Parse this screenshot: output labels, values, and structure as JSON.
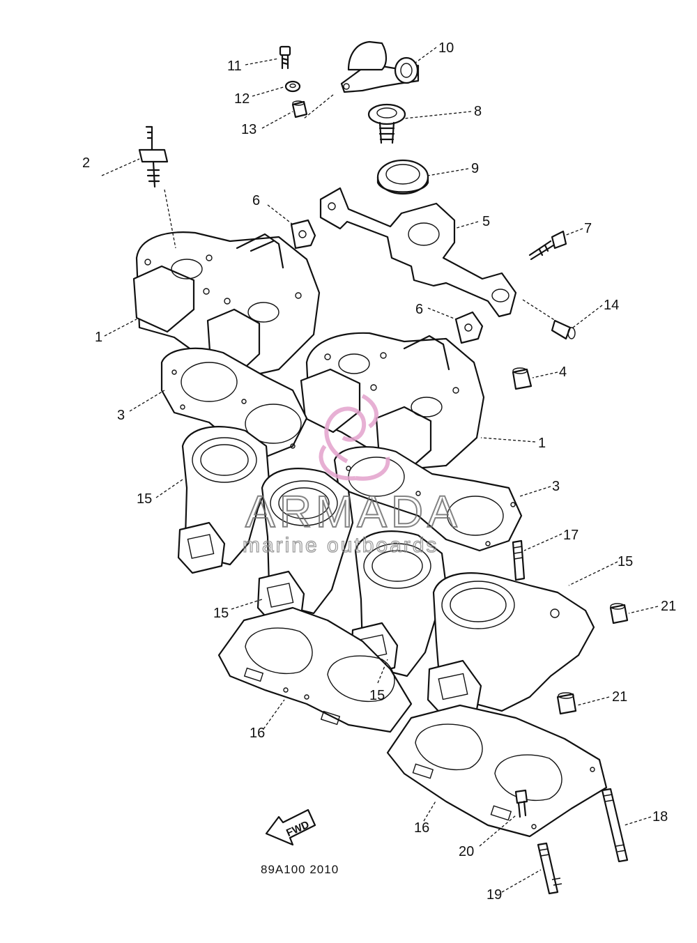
{
  "callouts": [
    {
      "id": "c11",
      "text": "11"
    },
    {
      "id": "c10",
      "text": "10"
    },
    {
      "id": "c12",
      "text": "12"
    },
    {
      "id": "c13",
      "text": "13"
    },
    {
      "id": "c8",
      "text": "8"
    },
    {
      "id": "c2",
      "text": "2"
    },
    {
      "id": "c9",
      "text": "9"
    },
    {
      "id": "c6a",
      "text": "6"
    },
    {
      "id": "c5",
      "text": "5"
    },
    {
      "id": "c7",
      "text": "7"
    },
    {
      "id": "c14",
      "text": "14"
    },
    {
      "id": "c1a",
      "text": "1"
    },
    {
      "id": "c6b",
      "text": "6"
    },
    {
      "id": "c4",
      "text": "4"
    },
    {
      "id": "c3a",
      "text": "3"
    },
    {
      "id": "c1b",
      "text": "1"
    },
    {
      "id": "c15a",
      "text": "15"
    },
    {
      "id": "c3b",
      "text": "3"
    },
    {
      "id": "c17",
      "text": "17"
    },
    {
      "id": "c15b",
      "text": "15"
    },
    {
      "id": "c15c",
      "text": "15"
    },
    {
      "id": "c21a",
      "text": "21"
    },
    {
      "id": "c15d",
      "text": "15"
    },
    {
      "id": "c21b",
      "text": "21"
    },
    {
      "id": "c16a",
      "text": "16"
    },
    {
      "id": "c16b",
      "text": "16"
    },
    {
      "id": "c18",
      "text": "18"
    },
    {
      "id": "c20",
      "text": "20"
    },
    {
      "id": "c19",
      "text": "19"
    }
  ],
  "fwd_label": "FWD",
  "diagram_code": "89A100 2010",
  "watermark": {
    "brand": "ARMADA",
    "tagline": "marine outboards",
    "logo_color": "#e3a2cc",
    "text_color": "#6e6e6e"
  }
}
